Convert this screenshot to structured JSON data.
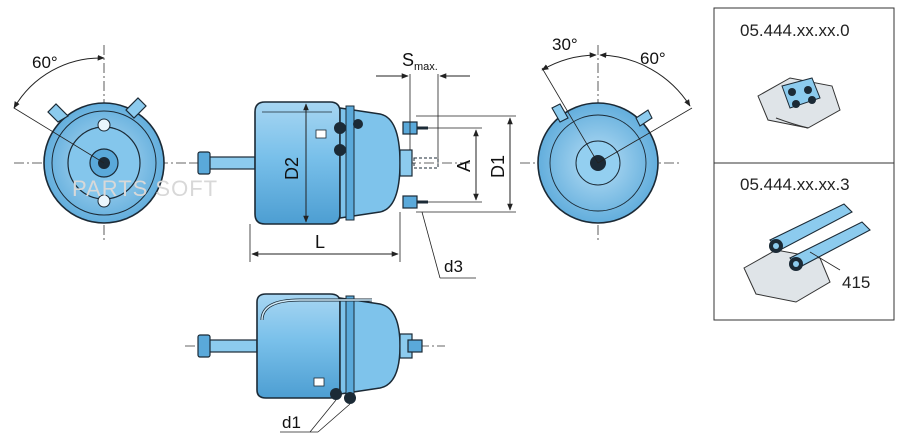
{
  "dimensions": {
    "angle_left_view": "60°",
    "angle_right_view_a": "30°",
    "angle_right_view_b": "60°",
    "s_max_main": "S",
    "s_max_sub": "max.",
    "D1": "D1",
    "D2": "D2",
    "A": "A",
    "L": "L",
    "d1": "d1",
    "d3": "d3"
  },
  "variants": [
    {
      "label": "05.444.xx.xx.0"
    },
    {
      "label": "05.444.xx.xx.3",
      "part_number": "415"
    }
  ],
  "watermark": "PARTS SOFT",
  "colors": {
    "body_fill": "#6fb9e6",
    "body_light": "#a9d8f3",
    "outline": "#1b2a36",
    "dim_line": "#222222"
  }
}
